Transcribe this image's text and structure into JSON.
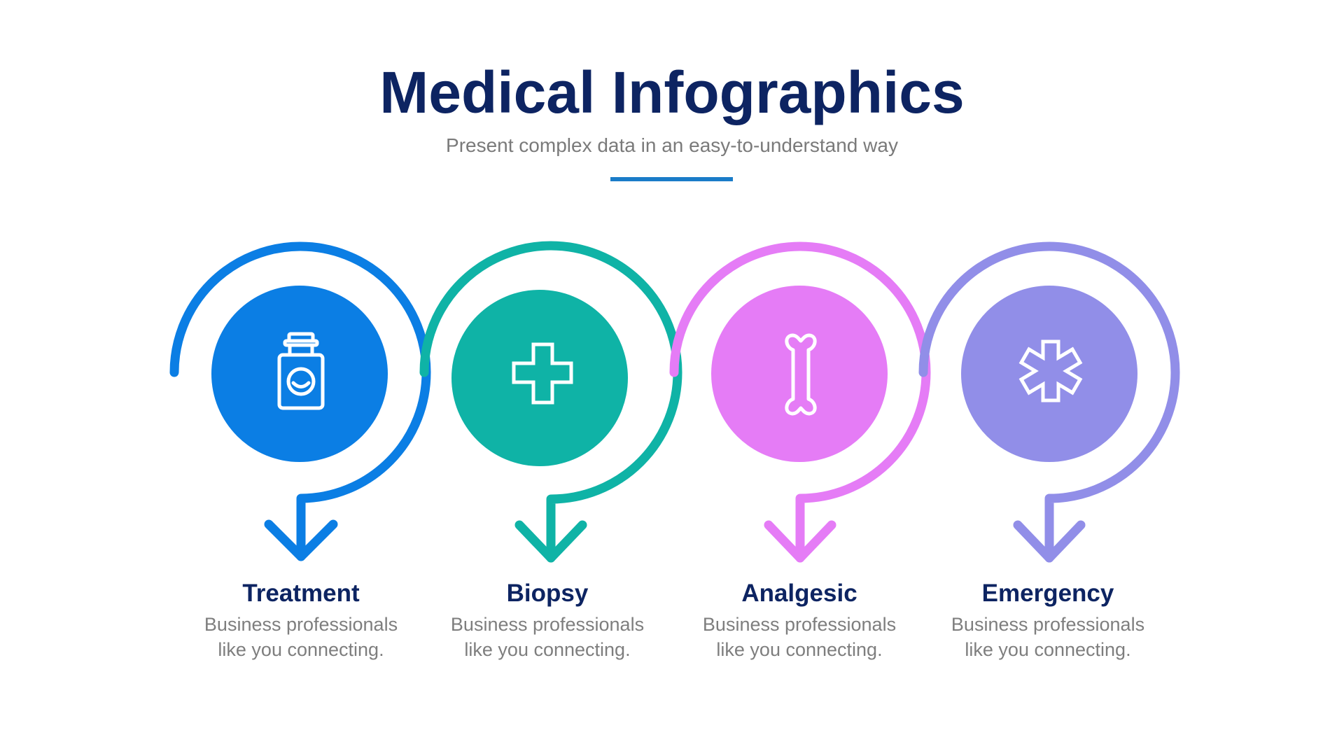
{
  "header": {
    "title": "Medical Infographics",
    "subtitle": "Present complex data in an easy-to-understand way",
    "divider_color": "#1a7cc8"
  },
  "steps": [
    {
      "title": "Treatment",
      "desc_line1": "Business professionals",
      "desc_line2": "like you connecting.",
      "icon": "medicine-bottle-icon",
      "color": "#0b7ee4"
    },
    {
      "title": "Biopsy",
      "desc_line1": "Business professionals",
      "desc_line2": "like you connecting.",
      "icon": "medical-cross-icon",
      "color": "#0fb3a6"
    },
    {
      "title": "Analgesic",
      "desc_line1": "Business professionals",
      "desc_line2": "like you connecting.",
      "icon": "bone-icon",
      "color": "#e57cf6"
    },
    {
      "title": "Emergency",
      "desc_line1": "Business professionals",
      "desc_line2": "like you connecting.",
      "icon": "star-of-life-icon",
      "color": "#918ee8"
    }
  ]
}
